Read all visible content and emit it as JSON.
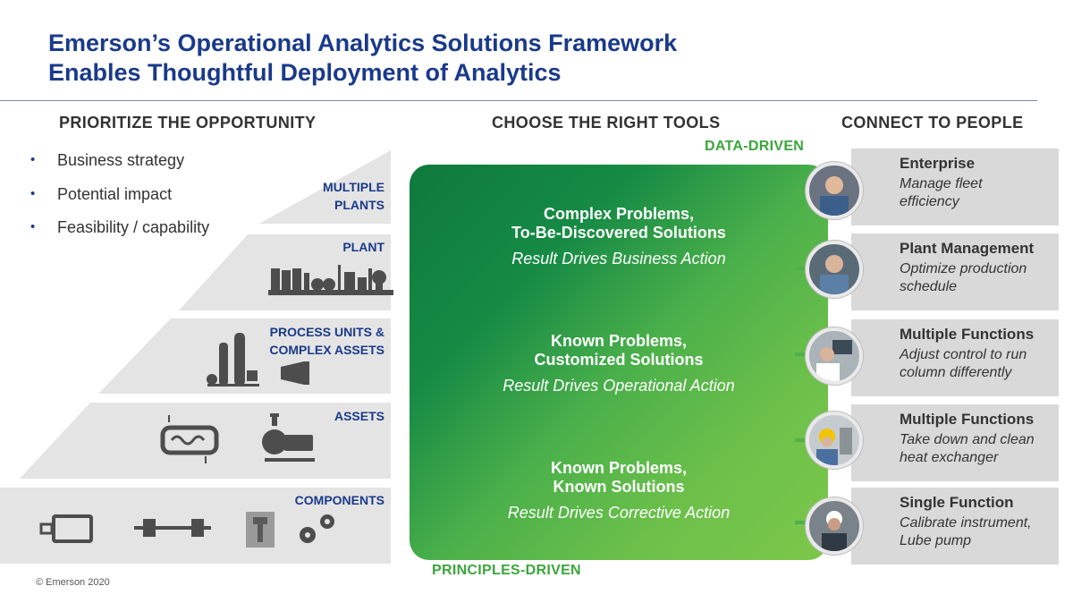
{
  "title": {
    "line1": "Emerson’s Operational Analytics Solutions Framework",
    "line2": "Enables Thoughtful Deployment of Analytics"
  },
  "columns": {
    "prioritize": "PRIORITIZE THE OPPORTUNITY",
    "tools": "CHOOSE THE RIGHT TOOLS",
    "people": "CONNECT TO PEOPLE"
  },
  "bullets": [
    "Business strategy",
    "Potential impact",
    "Feasibility / capability"
  ],
  "tiers": [
    {
      "line1": "MULTIPLE",
      "line2": "PLANTS"
    },
    {
      "line1": "PLANT",
      "line2": ""
    },
    {
      "line1": "PROCESS UNITS &",
      "line2": "COMPLEX ASSETS"
    },
    {
      "line1": "ASSETS",
      "line2": ""
    },
    {
      "line1": "COMPONENTS",
      "line2": ""
    }
  ],
  "axis": {
    "top": "DATA-DRIVEN",
    "bottom": "PRINCIPLES-DRIVEN"
  },
  "panel_blocks": [
    {
      "head1": "Complex Problems,",
      "head2": "To-Be-Discovered Solutions",
      "sub": "Result Drives Business Action"
    },
    {
      "head1": "Known Problems,",
      "head2": "Customized Solutions",
      "sub": "Result Drives Operational Action"
    },
    {
      "head1": "Known Problems,",
      "head2": "Known Solutions",
      "sub": "Result Drives Corrective Action"
    }
  ],
  "people": [
    {
      "title": "Enterprise",
      "desc1": "Manage fleet",
      "desc2": "efficiency"
    },
    {
      "title": "Plant Management",
      "desc1": "Optimize production",
      "desc2": "schedule"
    },
    {
      "title": "Multiple Functions",
      "desc1": "Adjust control to run",
      "desc2": "column differently"
    },
    {
      "title": "Multiple Functions",
      "desc1": "Take down and clean",
      "desc2": "heat exchanger"
    },
    {
      "title": "Single Function",
      "desc1": "Calibrate instrument,",
      "desc2": "Lube pump"
    }
  ],
  "colors": {
    "brand_blue": "#1a3a8a",
    "green_dark": "#0e7a3c",
    "green_light": "#7cc74a",
    "tier_gray": "#e4e4e4"
  },
  "copyright": "© Emerson 2020"
}
